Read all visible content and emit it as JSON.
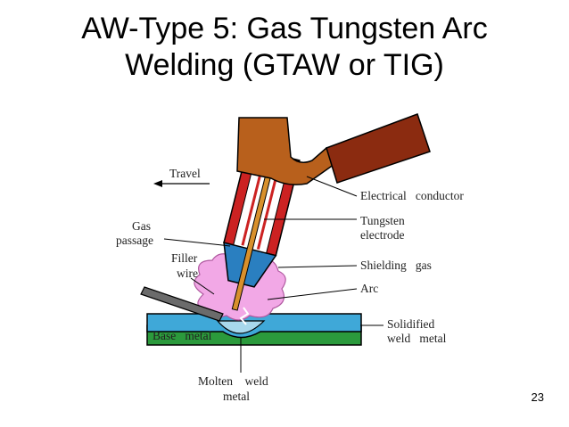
{
  "slide": {
    "title_line1": "AW-Type 5: Gas Tungsten Arc",
    "title_line2": "Welding (GTAW or TIG)",
    "page_number": "23"
  },
  "diagram": {
    "labels": {
      "travel": "Travel",
      "electrical_conductor": "Electrical   conductor",
      "tungsten_line1": "Tungsten",
      "tungsten_line2": "electrode",
      "gas_line1": "Gas",
      "gas_line2": "passage",
      "filler_line1": "Filler",
      "filler_line2": "wire",
      "shielding_gas": "Shielding   gas",
      "arc": "Arc",
      "solidified_line1": "Solidified",
      "solidified_line2": "weld   metal",
      "base_metal": "Base   metal",
      "molten_line1": "Molten    weld",
      "molten_line2": "metal"
    },
    "colors": {
      "torch_body": "#b8601c",
      "cable": "#8b2b10",
      "nozzle": "#cc2222",
      "gas_cup": "#2a7fc0",
      "shielding_gas": "#f2a8e6",
      "base_metal": "#2b9a3c",
      "weld_metal": "#3fa8d8",
      "electrode": "#d8902c"
    }
  }
}
